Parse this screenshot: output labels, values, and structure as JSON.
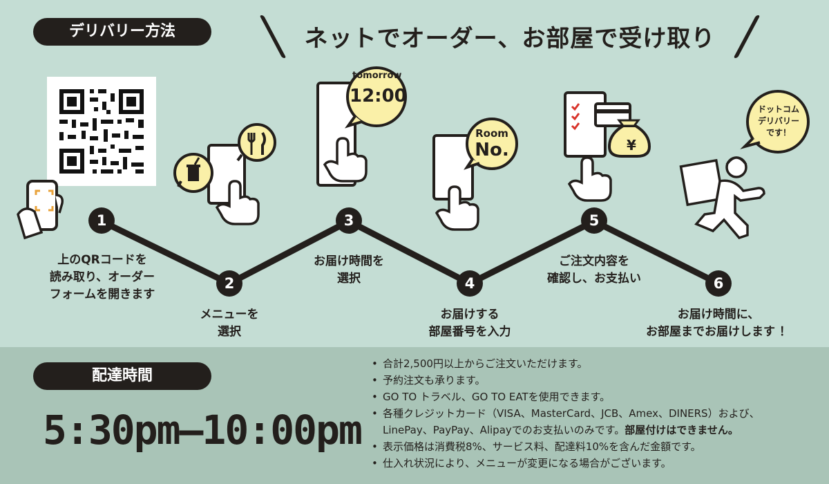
{
  "delivery_method_label": "デリバリー方法",
  "headline": "ネットでオーダー、お部屋で受け取り",
  "steps": [
    {
      "num": "1",
      "line1": "上のQRコードを",
      "line2": "読み取り、オーダー",
      "line3": "フォームを開きます"
    },
    {
      "num": "2",
      "line1": "メニューを",
      "line2": "選択"
    },
    {
      "num": "3",
      "line1": "お届け時間を",
      "line2": "選択"
    },
    {
      "num": "4",
      "line1": "お届けする",
      "line2": "部屋番号を入力"
    },
    {
      "num": "5",
      "line1": "ご注文内容を",
      "line2": "確認し、お支払い"
    },
    {
      "num": "6",
      "line1": "お届け時間に、",
      "line2": "お部屋までお届けします ！"
    }
  ],
  "bubbles": {
    "tomorrow": "tomorrow",
    "time": "12:00",
    "room": "Room",
    "no": "No.",
    "yen": "¥",
    "dotcom1": "ドットコム",
    "dotcom2": "デリバリー",
    "dotcom3": "です！"
  },
  "delivery_time_label": "配達時間",
  "delivery_time": "5:30pm–10:00pm",
  "notes": [
    "合計2,500円以上からご注文いただけます。",
    "予約注文も承ります。",
    "GO TO トラベル、GO TO EATを使用できます。",
    "各種クレジットカード（VISA、MasterCard、JCB、Amex、DINERS）および、",
    "表示価格は消費税8%、サービス料、配達料10%を含んだ金額です。",
    "仕入れ状況により、メニューが変更になる場合がございます。"
  ],
  "note_card_cont": "LinePay、PayPay、Alipayでのお支払いのみです。",
  "note_card_bold": "部屋付けはできません。",
  "colors": {
    "bg_top": "#c4ddd4",
    "bg_bottom": "#a9c4b7",
    "dark": "#231f1c",
    "bubble": "#faf0a8",
    "accent": "#e8a23a",
    "check": "#d9342b"
  }
}
